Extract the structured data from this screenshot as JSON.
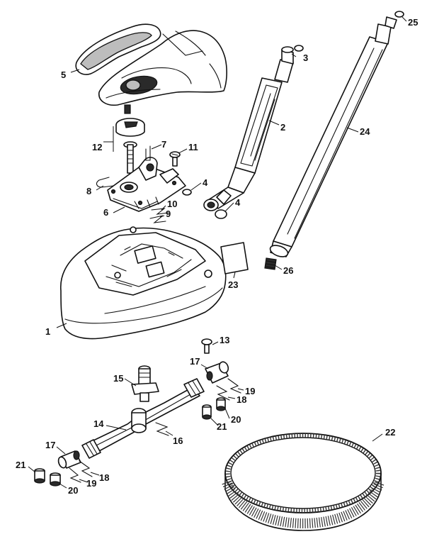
{
  "callouts": {
    "c1": "1",
    "c2": "2",
    "c3": "3",
    "c4a": "4",
    "c4b": "4",
    "c5": "5",
    "c6": "6",
    "c7": "7",
    "c8": "8",
    "c9": "9",
    "c10": "10",
    "c11": "11",
    "c12": "12",
    "c13": "13",
    "c14": "14",
    "c15": "15",
    "c16": "16",
    "c17a": "17",
    "c17b": "17",
    "c18a": "18",
    "c18b": "18",
    "c19a": "19",
    "c19b": "19",
    "c20a": "20",
    "c20b": "20",
    "c21a": "21",
    "c21b": "21",
    "c22": "22",
    "c23": "23",
    "c24": "24",
    "c25": "25",
    "c26": "26"
  }
}
